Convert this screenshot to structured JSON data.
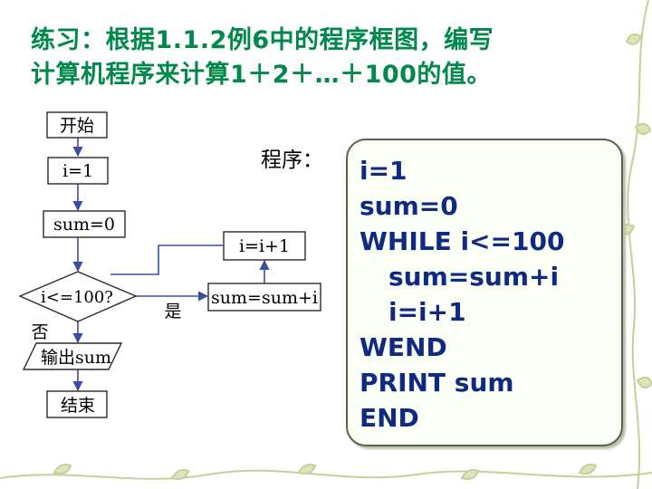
{
  "title": {
    "line1": "练习：根据1.1.2例6中的程序框图，编写",
    "line2": "计算机程序来计算1＋2＋…＋100的值。"
  },
  "flowchart": {
    "start": "开始",
    "init_i": "i=1",
    "init_sum": "sum=0",
    "condition": "i<=100?",
    "yes_label": "是",
    "no_label": "否",
    "accumulate": "sum=sum+i",
    "increment": "i=i+1",
    "output": "输出sum",
    "end": "结束"
  },
  "program": {
    "label": "程序：",
    "lines": [
      "i=1",
      "sum=0",
      "WHILE i<=100",
      "sum=sum+i",
      "i=i+1",
      "WEND",
      "PRINT sum",
      "END"
    ]
  },
  "colors": {
    "title": "#00894a",
    "code": "#0f2a80",
    "code_box_border": "#57624a",
    "vine": "#c7cf9c"
  }
}
